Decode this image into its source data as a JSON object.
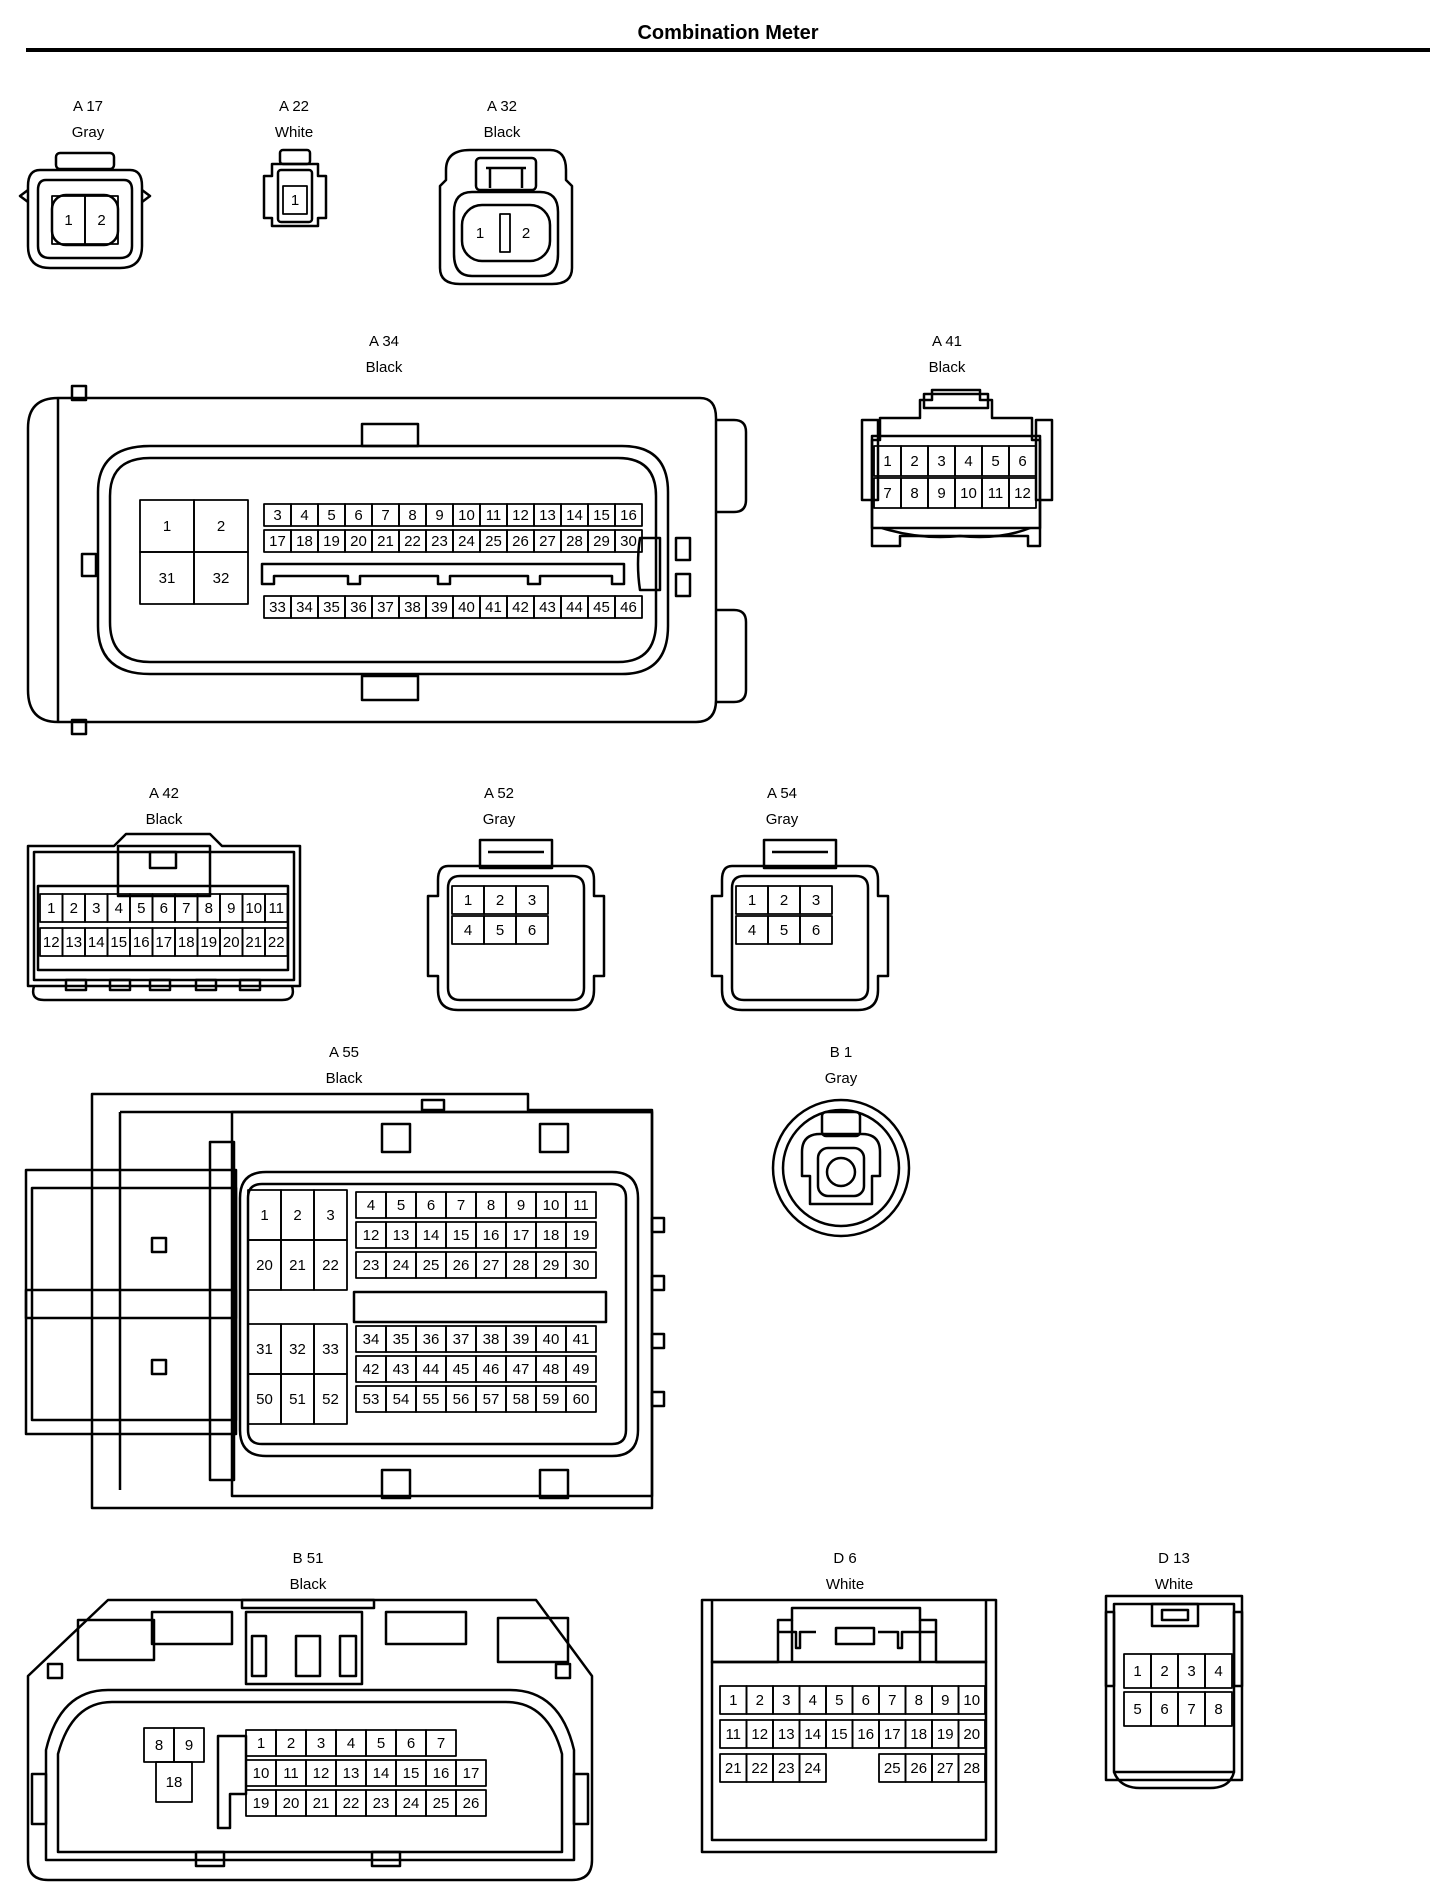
{
  "title": "Combination Meter",
  "connectors": [
    {
      "id": "A 17",
      "color": "Gray"
    },
    {
      "id": "A 22",
      "color": "White"
    },
    {
      "id": "A 32",
      "color": "Black"
    },
    {
      "id": "A 34",
      "color": "Black"
    },
    {
      "id": "A 41",
      "color": "Black"
    },
    {
      "id": "A 42",
      "color": "Black"
    },
    {
      "id": "A 52",
      "color": "Gray"
    },
    {
      "id": "A 54",
      "color": "Gray"
    },
    {
      "id": "A 55",
      "color": "Black"
    },
    {
      "id": "B 1",
      "color": "Gray"
    },
    {
      "id": "B 51",
      "color": "Black"
    },
    {
      "id": "D 6",
      "color": "White"
    },
    {
      "id": "D 13",
      "color": "White"
    }
  ]
}
